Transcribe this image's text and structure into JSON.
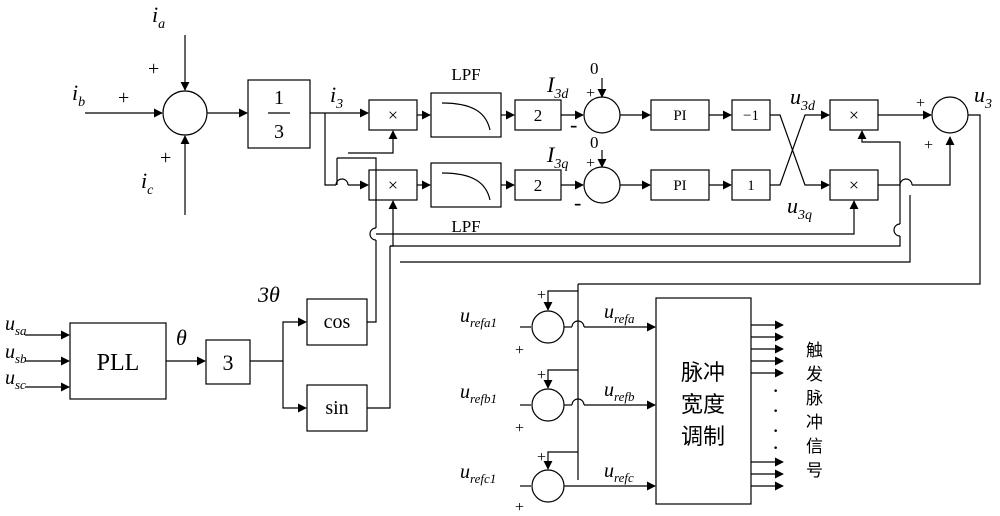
{
  "signals": {
    "ia": "i",
    "ia_sub": "a",
    "ib": "i",
    "ib_sub": "b",
    "ic": "i",
    "ic_sub": "c",
    "i3": "i",
    "i3_sub": "3",
    "I3d": "I",
    "I3d_sub": "3d",
    "I3q": "I",
    "I3q_sub": "3q",
    "u3d": "u",
    "u3d_sub": "3d",
    "u3q": "u",
    "u3q_sub": "3q",
    "u3": "u",
    "u3_sub": "3",
    "zero_top": "0",
    "zero_bot": "0",
    "theta": "θ",
    "three_theta": "3θ",
    "usa": "u",
    "usa_sub": "sa",
    "usb": "u",
    "usb_sub": "sb",
    "usc": "u",
    "usc_sub": "sc",
    "urefa1": "u",
    "urefa1_sub": "refa1",
    "urefb1": "u",
    "urefb1_sub": "refb1",
    "urefc1": "u",
    "urefc1_sub": "refc1",
    "urefa": "u",
    "urefa_sub": "refa",
    "urefb": "u",
    "urefb_sub": "refb",
    "urefc": "u",
    "urefc_sub": "refc"
  },
  "blocks": {
    "third_num": "1",
    "third_den": "3",
    "mult": "×",
    "lpf": "LPF",
    "gain2": "2",
    "pi": "PI",
    "neg1": "−1",
    "one": "1",
    "cos": "cos",
    "sin": "sin",
    "pll": "PLL",
    "three": "3",
    "pwm_line1": "脉冲",
    "pwm_line2": "宽度",
    "pwm_line3": "调制"
  },
  "signs": {
    "plus": "+",
    "minus": "-"
  },
  "output_label": [
    "触",
    "发",
    "脉",
    "冲",
    "信",
    "号"
  ],
  "dots": [
    "·",
    "·",
    "·",
    "·"
  ]
}
